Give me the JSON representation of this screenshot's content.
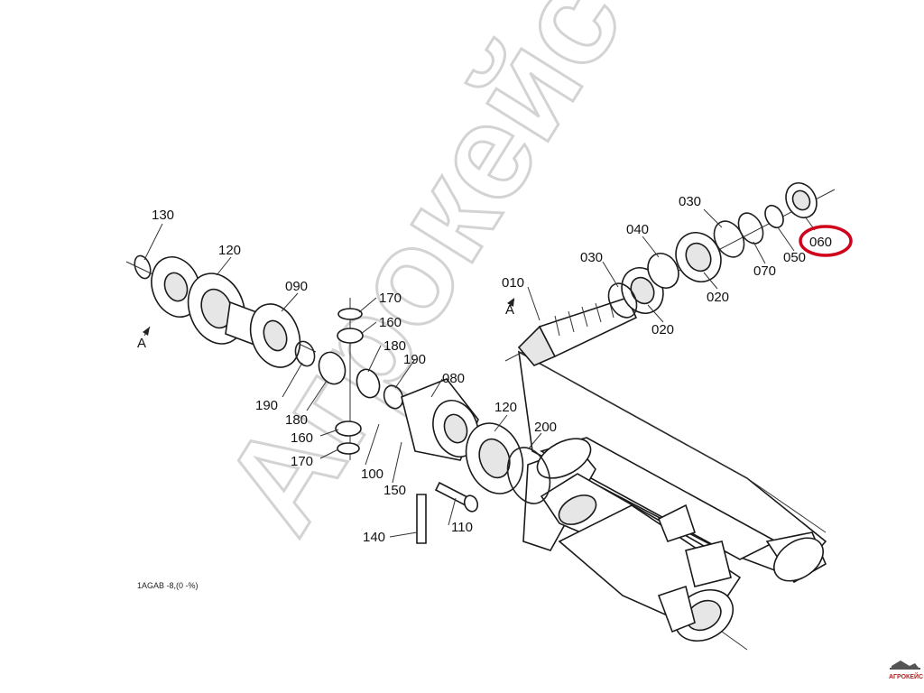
{
  "diagram": {
    "callouts": [
      {
        "id": "130",
        "text": "130"
      },
      {
        "id": "120a",
        "text": "120"
      },
      {
        "id": "090",
        "text": "090"
      },
      {
        "id": "170a",
        "text": "170"
      },
      {
        "id": "160a",
        "text": "160"
      },
      {
        "id": "180a",
        "text": "180"
      },
      {
        "id": "190a",
        "text": "190"
      },
      {
        "id": "190b",
        "text": "190"
      },
      {
        "id": "180b",
        "text": "180"
      },
      {
        "id": "160b",
        "text": "160"
      },
      {
        "id": "170b",
        "text": "170"
      },
      {
        "id": "080",
        "text": "080"
      },
      {
        "id": "100",
        "text": "100"
      },
      {
        "id": "150",
        "text": "150"
      },
      {
        "id": "120b",
        "text": "120"
      },
      {
        "id": "200",
        "text": "200"
      },
      {
        "id": "140",
        "text": "140"
      },
      {
        "id": "110",
        "text": "110"
      },
      {
        "id": "010",
        "text": "010"
      },
      {
        "id": "030a",
        "text": "030"
      },
      {
        "id": "020a",
        "text": "020"
      },
      {
        "id": "040",
        "text": "040"
      },
      {
        "id": "030b",
        "text": "030"
      },
      {
        "id": "020b",
        "text": "020"
      },
      {
        "id": "070",
        "text": "070"
      },
      {
        "id": "050",
        "text": "050"
      },
      {
        "id": "060",
        "text": "060"
      }
    ],
    "markers": [
      {
        "id": "A1",
        "text": "A"
      },
      {
        "id": "A2",
        "text": "A"
      }
    ],
    "highlight": {
      "target": "060",
      "color": "#d0021b"
    },
    "figure_code": "1AGAB -8,(0 -%)",
    "watermark": "Агрокейс",
    "brand_logo": "АГРОКЕЙС",
    "colors": {
      "line": "#222222",
      "watermark": "#c9c9c9",
      "highlight": "#d0021b"
    }
  }
}
